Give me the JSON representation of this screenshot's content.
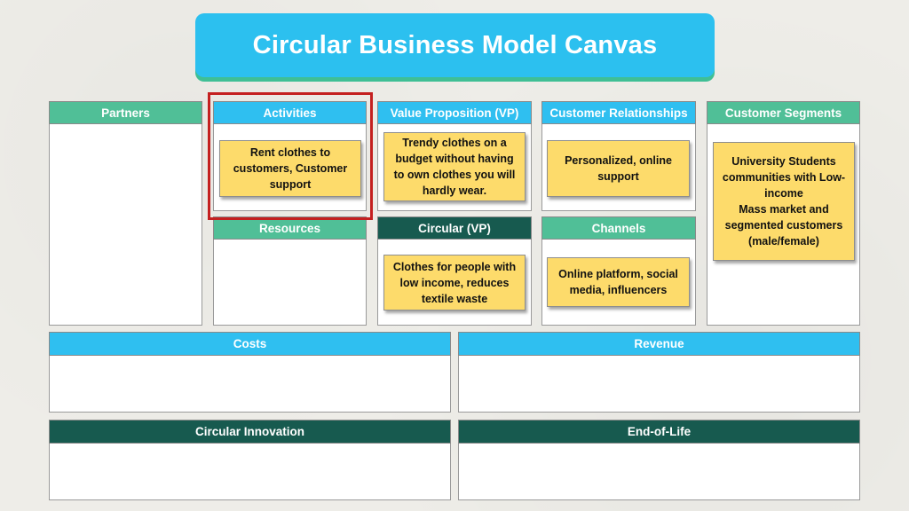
{
  "title": "Circular Business Model Canvas",
  "sections": {
    "partners": "Partners",
    "activities": "Activities",
    "resources": "Resources",
    "value_proposition": "Value Proposition (VP)",
    "circular_vp": "Circular (VP)",
    "customer_relationships": "Customer Relationships",
    "channels": "Channels",
    "customer_segments": "Customer Segments",
    "costs": "Costs",
    "revenue": "Revenue",
    "circular_innovation": "Circular Innovation",
    "end_of_life": "End-of-Life"
  },
  "notes": {
    "activities": "Rent clothes to\ncustomers, Customer\nsupport",
    "value_proposition": "Trendy clothes on a\nbudget without having\nto own clothes you will\nhardly wear.",
    "circular_vp": "Clothes for people with\nlow income, reduces\ntextile waste",
    "customer_relationships": "Personalized, online\nsupport",
    "channels": "Online platform, social\nmedia, influencers",
    "customer_segments": "University Students\ncommunities with Low-\nincome\nMass market and\nsegmented customers\n(male/female)"
  },
  "colors": {
    "title_banner": "#2cc0ef",
    "header_green": "#50bf97",
    "header_blue": "#2fbff0",
    "header_dark": "#175a4f",
    "sticky_note": "#fddb6b",
    "highlight": "#c42020"
  }
}
